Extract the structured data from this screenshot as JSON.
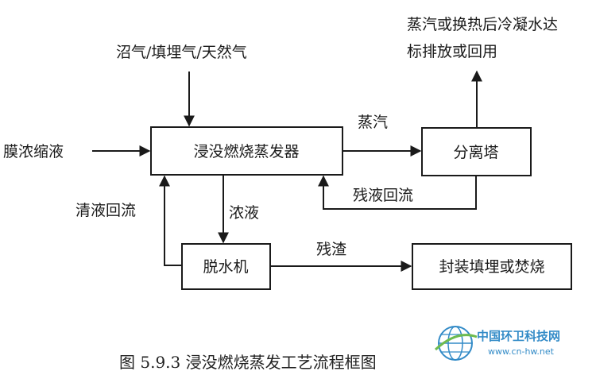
{
  "nodes": {
    "evaporator": "浸没燃烧蒸发器",
    "separator": "分离塔",
    "dewater": "脱水机",
    "disposal": "封装填埋或焚烧"
  },
  "inputs": {
    "gas": "沼气/填埋气/天然气",
    "feed": "膜浓缩液"
  },
  "outputs": {
    "condensate_line1": "蒸汽或换热后冷凝水达",
    "condensate_line2": "标排放或回用"
  },
  "edges": {
    "steam": "蒸汽",
    "residue_return": "残液回流",
    "concentrate": "浓液",
    "clear_return": "清液回流",
    "residue": "残渣"
  },
  "caption": "图 5.9.3 浸没燃烧蒸发工艺流程框图",
  "watermark": {
    "name": "中国环卫科技网",
    "url": "www.cn-hw.net",
    "color": "#1d7fc2"
  }
}
